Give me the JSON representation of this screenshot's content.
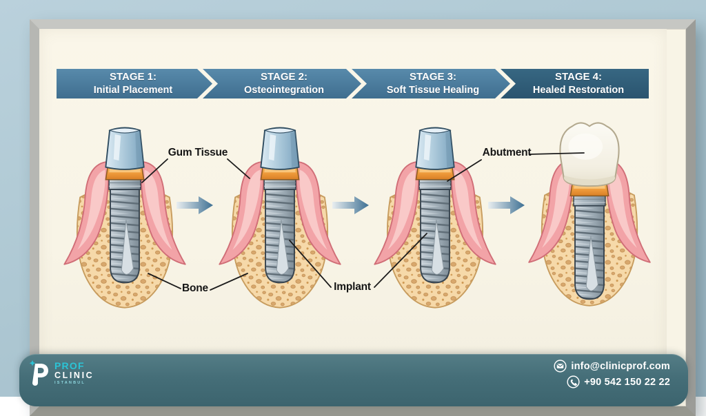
{
  "poster": {
    "banner": {
      "stages": [
        {
          "line1": "STAGE 1:",
          "line2": "Initial Placement"
        },
        {
          "line1": "STAGE 2:",
          "line2": "Osteointegration"
        },
        {
          "line1": "STAGE 3:",
          "line2": "Soft Tissue Healing"
        },
        {
          "line1": "STAGE 4:",
          "line2": "Healed Restoration"
        }
      ]
    },
    "labels": {
      "gum_tissue": "Gum Tissue",
      "bone": "Bone",
      "implant": "Implant",
      "abutment": "Abutment"
    }
  },
  "footer": {
    "logo": {
      "line1": "PROF",
      "line2": "CLINIC",
      "line3": "ISTANBUL"
    },
    "email": "info@clinicprof.com",
    "phone": "+90 542 150 22 22"
  },
  "icons": {
    "stage_arrow": "arrow-right-icon",
    "email": "envelope-icon",
    "phone": "phone-icon",
    "logo_mark": "prof-clinic-p-icon"
  },
  "colors": {
    "stage_segment": "#49799c",
    "stage_segment_4": "#31607c",
    "wall": "#aec8d3",
    "poster_bg": "#f8f4e6",
    "footer_bar": "#436c76",
    "logo_cyan": "#2bc4d6",
    "gum_pink": "#f2a3a7",
    "bone_tan": "#f6d9a9",
    "implant_gray": "#a3b1ba",
    "collar_orange": "#ee9a3b"
  }
}
